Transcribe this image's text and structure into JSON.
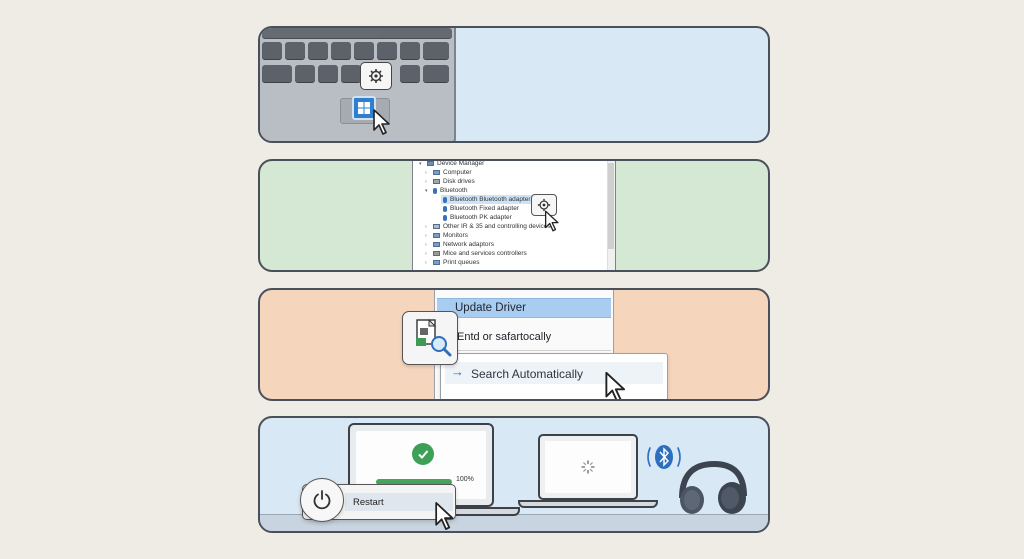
{
  "panels": {
    "start": {
      "tooltip_icon": "settings-gear-icon",
      "button_icon": "windows-logo-icon",
      "accent": "#2f7fce"
    },
    "device_manager": {
      "title": "Device Manager",
      "items": [
        {
          "label": "Computer",
          "icon": "computer-icon",
          "level": 0
        },
        {
          "label": "Disk drives",
          "icon": "disk-icon",
          "level": 0
        },
        {
          "label": "Bluetooth",
          "icon": "bluetooth-icon",
          "level": 0,
          "expanded": true
        },
        {
          "label": "Bluetooth Bluetooth adapter",
          "icon": "bluetooth-icon",
          "level": 1,
          "selected": true
        },
        {
          "label": "Bluetooth Fixed adapter",
          "icon": "bluetooth-icon",
          "level": 1
        },
        {
          "label": "Bluetooth PK adapter",
          "icon": "bluetooth-icon",
          "level": 1
        },
        {
          "label": "Other IR & 35 and controlling devices",
          "icon": "device-icon",
          "level": 0
        },
        {
          "label": "Monitors",
          "icon": "monitor-icon",
          "level": 0
        },
        {
          "label": "Network adaptors",
          "icon": "network-icon",
          "level": 0
        },
        {
          "label": "Mice and services controllers",
          "icon": "mouse-icon",
          "level": 0
        },
        {
          "label": "Print queues",
          "icon": "printer-icon",
          "level": 0
        }
      ],
      "context_icon": "settings-gear-icon"
    },
    "update": {
      "menu_items": [
        "Update Driver",
        "Entd or safartocally"
      ],
      "submenu_label": "Search Automatically",
      "driver_icon": "driver-search-icon"
    },
    "restart": {
      "progress_label": "100%",
      "progress_value": 100,
      "restart_label": "Restart",
      "success_icon": "checkmark-icon",
      "power_icon": "power-icon",
      "loading_icon": "spinner-icon",
      "bluetooth_icon": "bluetooth-icon",
      "headphones_icon": "headphones-icon"
    }
  }
}
